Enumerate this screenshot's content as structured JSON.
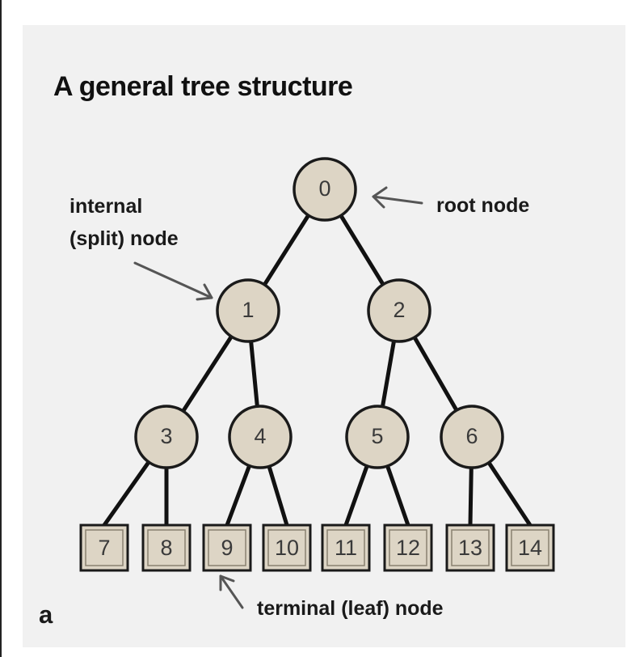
{
  "title": "A general tree structure",
  "annotations": {
    "root": "root node",
    "internal_line1": "internal",
    "internal_line2": "(split) node",
    "terminal": "terminal (leaf) node",
    "panel_letter": "a"
  },
  "colors": {
    "node_fill": "#ddd5c5",
    "panel_bg": "#f1f1f1",
    "edge": "#111111",
    "arrow": "#555555"
  },
  "tree": {
    "internal_nodes": [
      "0",
      "1",
      "2",
      "3",
      "4",
      "5",
      "6"
    ],
    "leaf_nodes": [
      "7",
      "8",
      "9",
      "10",
      "11",
      "12",
      "13",
      "14"
    ],
    "edges": [
      [
        "0",
        "1"
      ],
      [
        "0",
        "2"
      ],
      [
        "1",
        "3"
      ],
      [
        "1",
        "4"
      ],
      [
        "2",
        "5"
      ],
      [
        "2",
        "6"
      ],
      [
        "3",
        "7"
      ],
      [
        "3",
        "8"
      ],
      [
        "4",
        "9"
      ],
      [
        "4",
        "10"
      ],
      [
        "5",
        "11"
      ],
      [
        "5",
        "12"
      ],
      [
        "6",
        "13"
      ],
      [
        "6",
        "14"
      ]
    ]
  }
}
